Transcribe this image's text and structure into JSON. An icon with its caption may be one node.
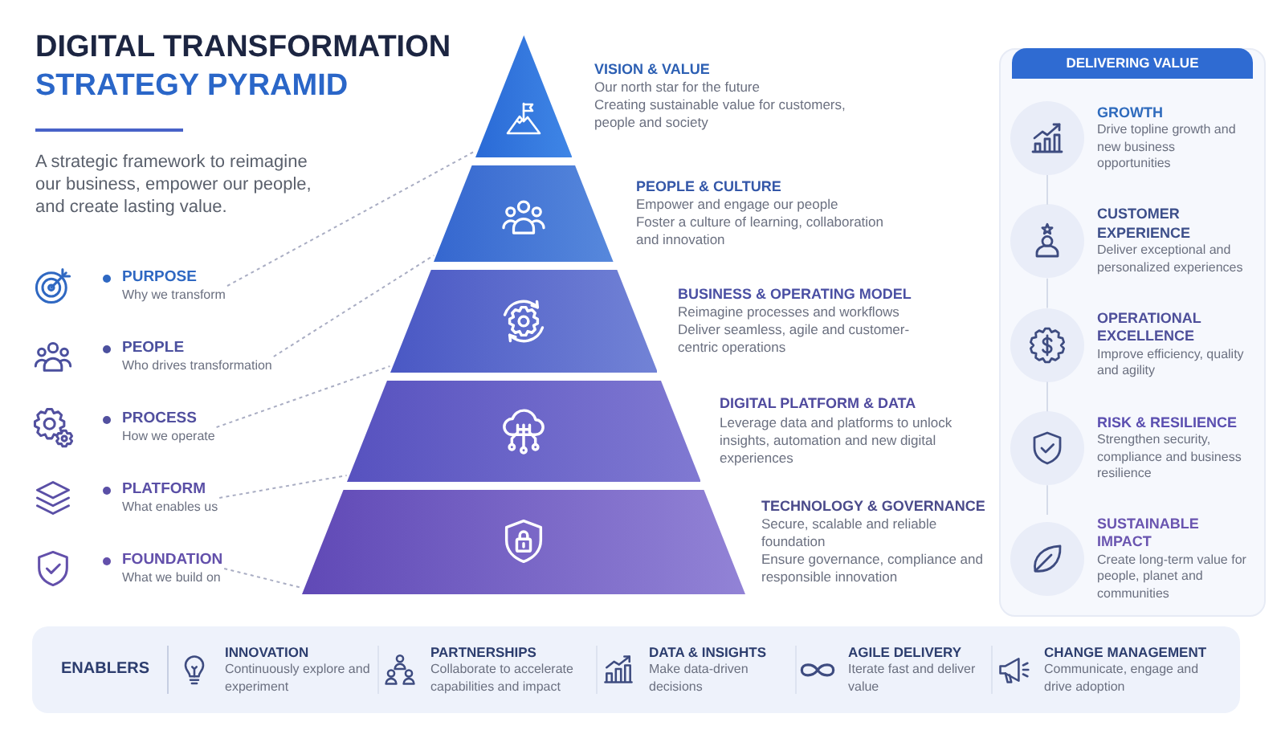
{
  "diagram": {
    "title": "DIGITAL TRANSFORMATION STRATEGY PYRAMID",
    "nodes": [
      {
        "text": [
          "PURPOSE",
          "Why we transform"
        ]
      },
      {
        "text": [
          "PEOPLE",
          "Who drives transformation"
        ]
      },
      {
        "text": [
          "PROCESS",
          "How we operate"
        ]
      },
      {
        "text": [
          "PLATFORM",
          "What enables us"
        ]
      },
      {
        "text": [
          "FOUNDATION",
          "What we build on"
        ]
      },
      {
        "text": [
          "VISION & VALUE",
          "Our north star for the future",
          "Creating sustainable value for customers, people and society"
        ]
      },
      {
        "text": [
          "PEOPLE & CULTURE",
          "Empower and engage our people",
          "Foster a culture of learning, collaboration and innovation"
        ]
      },
      {
        "text": [
          "BUSINESS & OPERATING MODEL",
          "Reimagine processes and workflows",
          "Deliver seamless, agile and customer-centric operations"
        ]
      },
      {
        "text": [
          "DIGITAL PLATFORM & DATA",
          "Leverage data and platforms to unlock insights, automation and new digital experiences"
        ]
      },
      {
        "text": [
          "TECHNOLOGY & GOVERNANCE",
          "Secure, scalable and reliable foundation",
          "Ensure governance, compliance and responsible innovation"
        ]
      },
      {
        "text": [
          "DELIVERING VALUE"
        ]
      },
      {
        "text": [
          "GROWTH",
          "Drive topline growth and new business opportunities"
        ],
        "in": 10
      },
      {
        "text": [
          "CUSTOMER EXPERIENCE",
          "Deliver exceptional and personalized experiences"
        ],
        "in": 10
      },
      {
        "text": [
          "OPERATIONAL EXCELLENCE",
          "Improve efficiency, quality and agility"
        ],
        "in": 10
      },
      {
        "text": [
          "RISK & RESILIENCE",
          "Strengthen security, compliance and business resilience"
        ],
        "in": 10
      },
      {
        "text": [
          "SUSTAINABLE IMPACT",
          "Create long-term value for people, planet and communities"
        ],
        "in": 10
      },
      {
        "text": [
          "ENABLERS"
        ]
      },
      {
        "text": [
          "INNOVATION",
          "Continuously explore and experiment"
        ],
        "in": 16
      },
      {
        "text": [
          "PARTNERSHIPS",
          "Collaborate to accelerate capabilities and impact"
        ],
        "in": 16
      },
      {
        "text": [
          "DATA & INSIGHTS",
          "Make data-driven decisions"
        ],
        "in": 16
      },
      {
        "text": [
          "AGILE DELIVERY",
          "Iterate fast and deliver value"
        ],
        "in": 16
      },
      {
        "text": [
          "CHANGE MANAGEMENT",
          "Communicate, engage and drive adoption"
        ],
        "in": 16
      }
    ],
    "edges": [
      {
        "from": 0,
        "to": 5,
        "arrow": "none",
        "style": "dashed"
      },
      {
        "from": 1,
        "to": 6,
        "arrow": "none",
        "style": "dashed"
      },
      {
        "from": 2,
        "to": 7,
        "arrow": "none",
        "style": "dashed"
      },
      {
        "from": 3,
        "to": 8,
        "arrow": "none",
        "style": "dashed"
      },
      {
        "from": 4,
        "to": 9,
        "arrow": "none",
        "style": "dashed"
      },
      {
        "from": 11,
        "to": 12,
        "arrow": "none",
        "color": "#d5dbe9"
      },
      {
        "from": 12,
        "to": 13,
        "arrow": "none",
        "color": "#d5dbe9"
      },
      {
        "from": 13,
        "to": 14,
        "arrow": "none",
        "color": "#d5dbe9"
      },
      {
        "from": 14,
        "to": 15,
        "arrow": "none",
        "color": "#d5dbe9"
      }
    ],
    "labels": [
      "A strategic framework to reimagine our business, empower our people, and create lasting value."
    ]
  }
}
